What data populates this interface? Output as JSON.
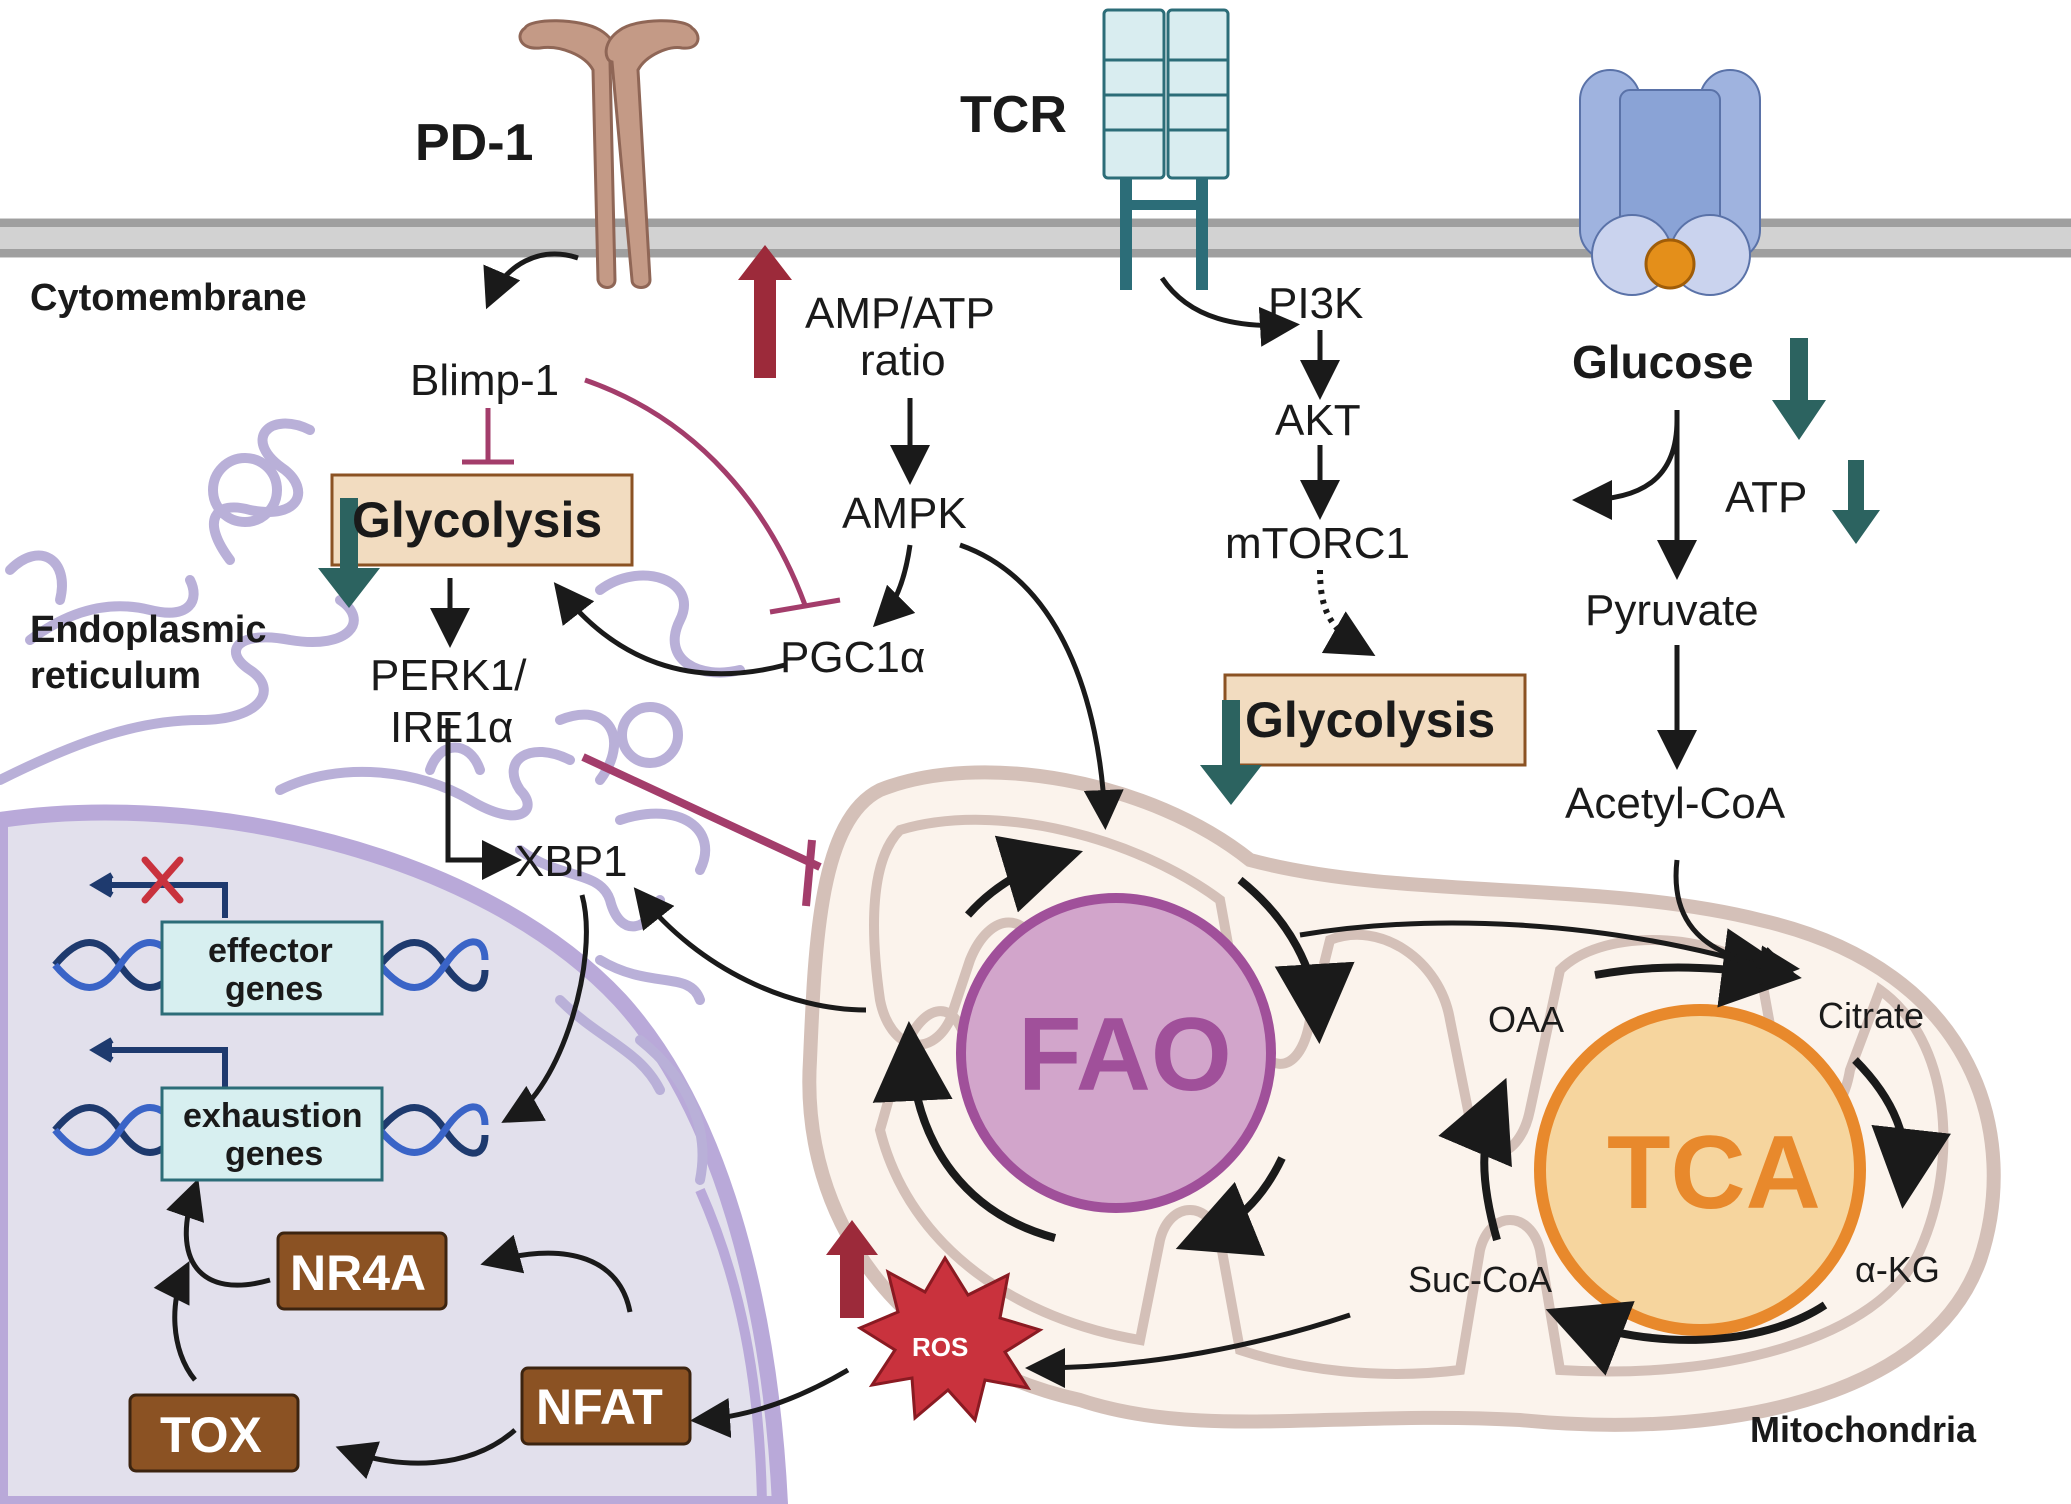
{
  "receptors": {
    "pd1": "PD-1",
    "tcr": "TCR"
  },
  "compartments": {
    "cytomembrane": "Cytomembrane",
    "er_line1": "Endoplasmic",
    "er_line2": "reticulum",
    "mitochondria": "Mitochondria"
  },
  "molecules": {
    "blimp1": "Blimp-1",
    "amp_atp_line1": "AMP/ATP",
    "amp_atp_line2": "ratio",
    "ampk": "AMPK",
    "pgc1a": "PGC1α",
    "perk_line1": "PERK1/",
    "perk_line2": "IRE1α",
    "xbp1": "XBP1",
    "pi3k": "PI3K",
    "akt": "AKT",
    "mtorc1": "mTORC1",
    "glucose": "Glucose",
    "atp": "ATP",
    "pyruvate": "Pyruvate",
    "acetyl_coa": "Acetyl-CoA",
    "oaa": "OAA",
    "citrate": "Citrate",
    "akg": "α-KG",
    "succoa": "Suc-CoA",
    "ros": "ROS"
  },
  "processes": {
    "glycolysis_left": "Glycolysis",
    "glycolysis_right": "Glycolysis",
    "fao": "FAO",
    "tca": "TCA"
  },
  "genes": {
    "effector_line1": "effector",
    "effector_line2": "genes",
    "exhaustion_line1": "exhaustion",
    "exhaustion_line2": "genes"
  },
  "transcription_factors": {
    "nr4a": "NR4A",
    "nfat": "NFAT",
    "tox": "TOX"
  },
  "colors": {
    "membrane": "#b3b3b3",
    "pd1": "#b88a78",
    "tcr_fill": "#d9edf0",
    "tcr_stroke": "#2c6d78",
    "glut": "#8aa3d6",
    "er": "#b9b0d8",
    "nucleus": "#e2e0ec",
    "mito_fill": "#fbf3ec",
    "mito_stroke": "#d4c0b8",
    "fao": "#a0509a",
    "tca": "#e8892c",
    "up_arrow": "#9c2a3a",
    "down_arrow": "#2c6360",
    "inhibit": "#a33d6b",
    "tf_box": "#8b5223",
    "glyco_box": "#f2dcc0",
    "gene_box": "#d7eff0",
    "ros": "#c9323d"
  }
}
